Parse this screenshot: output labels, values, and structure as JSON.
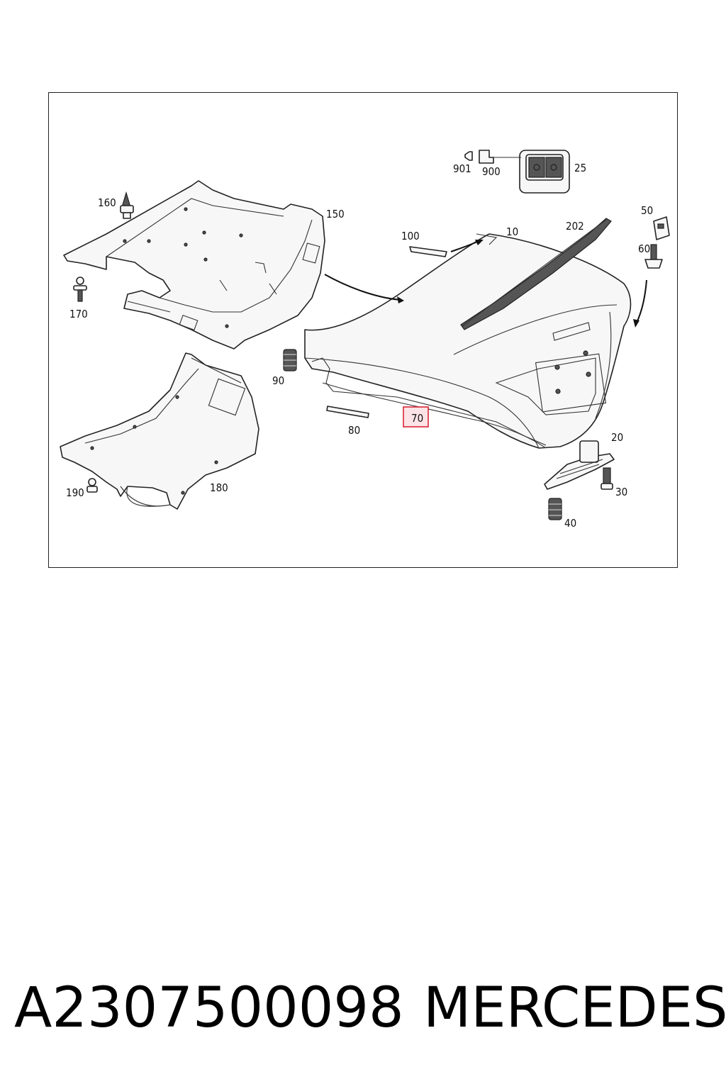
{
  "diagram": {
    "callouts": {
      "c10": "10",
      "c20": "20",
      "c25": "25",
      "c30": "30",
      "c40": "40",
      "c50": "50",
      "c60": "60",
      "c70": "70",
      "c80": "80",
      "c90": "90",
      "c100": "100",
      "c150": "150",
      "c160": "160",
      "c170": "170",
      "c180": "180",
      "c190": "190",
      "c202": "202",
      "c900": "900",
      "c901": "901"
    },
    "highlight_color": "#d9273a",
    "highlight_fill": "#fbe3e6"
  },
  "footer": {
    "part_number": "A2307500098",
    "brand": "MERCEDES"
  }
}
